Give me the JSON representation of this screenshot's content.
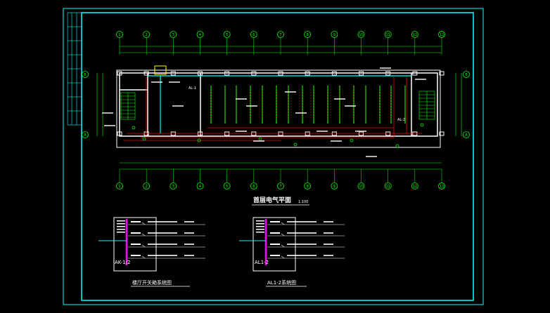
{
  "drawing": {
    "plan_title": "首层电气平面",
    "plan_scale": "1:100",
    "schedule_left_title": "楼厅开关箱系统图",
    "schedule_right_title": "AL1-2系统图",
    "panel_left_code": "AK-1/2",
    "panel_right_code": "AL1-2",
    "panel_label_al1": "AL-1",
    "panel_label_al2": "AL-2"
  },
  "grid": {
    "columns": [
      "1",
      "2",
      "3",
      "4",
      "5",
      "6",
      "7",
      "8",
      "9",
      "10",
      "11",
      "12",
      "13"
    ],
    "rows": [
      "A",
      "B"
    ]
  },
  "colors": {
    "background": "#000000",
    "frame": "#00ffff",
    "wall": "#ffffff",
    "grid": "#00ff00",
    "circuit": "#ff0000",
    "lighting": "#00ffff",
    "busbar": "#ff00ff",
    "equipment": "#ffff00"
  }
}
